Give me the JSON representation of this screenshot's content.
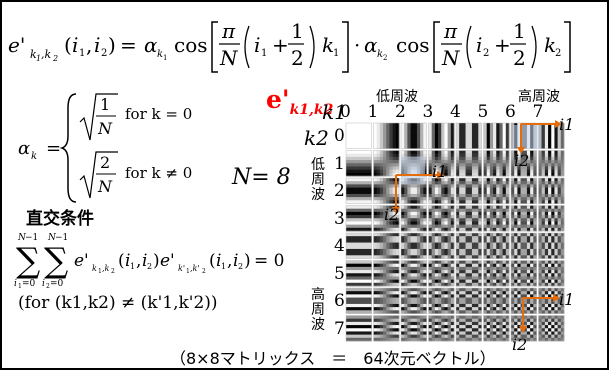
{
  "formulas": {
    "basis_definition": "e'_{k1,k2}(i1,i2) = α_{k1} cos[π/N (i1 + 1/2) k1] · α_{k2} cos[π/N (i2 + 1/2) k2]",
    "alpha_case_zero": "for k = 0",
    "alpha_case_nonzero": "for k ≠ 0",
    "n_value": "N= 8",
    "orthogonality_title": "直交条件",
    "orthogonality_condition": "(for (k1,k2) ≠ (k'1,k'2))"
  },
  "grid": {
    "basis_label_main": "e'",
    "basis_label_sub": "k1,k2",
    "k1_label": "k1",
    "k2_label": "k2",
    "k1_ticks": [
      "0",
      "1",
      "2",
      "3",
      "4",
      "5",
      "6",
      "7"
    ],
    "k2_ticks": [
      "0",
      "1",
      "2",
      "3",
      "4",
      "5",
      "6",
      "7"
    ],
    "low_freq_top": "低周波",
    "high_freq_top": "高周波",
    "low_freq_side": "低周波",
    "high_freq_side": "高周波",
    "i1_label": "i1",
    "i2_label": "i2",
    "size": 8
  },
  "caption": "（8×8マトリックス　＝　64次元ベクトル）",
  "colors": {
    "accent": "#e46c0a",
    "highlight": "#ff0000",
    "cell_highlight": "#c9d7ee"
  }
}
